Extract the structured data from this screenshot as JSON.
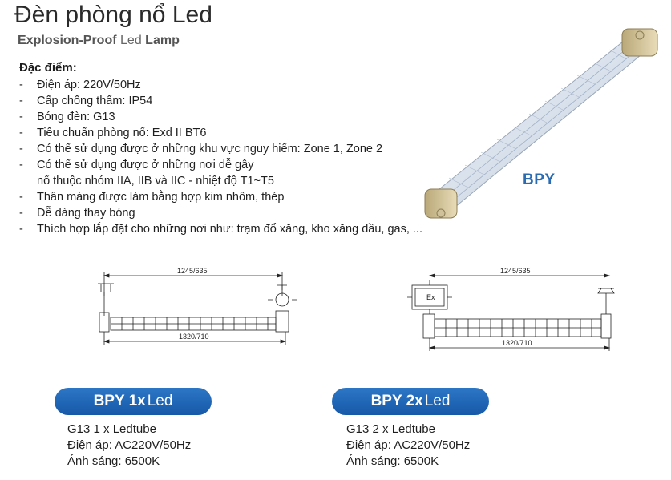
{
  "header": {
    "title": "Đèn phòng nổ Led",
    "subtitle_bold": "Explosion-Proof",
    "subtitle_light": "Led",
    "subtitle_end": "Lamp"
  },
  "features": {
    "heading": "Đặc điểm:",
    "items": [
      "Điện áp: 220V/50Hz",
      "Cấp chống thấm: IP54",
      "Bóng đèn: G13",
      "Tiêu chuẩn phòng nổ: Exd II BT6",
      "Có thể sử dụng được ở những khu vực nguy hiểm: Zone 1, Zone 2",
      "Có thể sử dụng được ở những nơi dễ gây",
      "Thân máng được làm bằng hợp kim nhôm, thép",
      "Dễ dàng thay bóng",
      "Thích hợp lắp đặt cho những nơi như: trạm đổ xăng, kho xăng dầu, gas, ..."
    ],
    "item6_continuation": "nổ thuộc nhóm IIA, IIB và IIC - nhiệt độ T1~T5"
  },
  "product_image": {
    "brand_label": "BPY"
  },
  "drawings": {
    "left": {
      "top_dim": "1245/635",
      "bottom_dim": "1320/710"
    },
    "right": {
      "top_dim": "1245/635",
      "bottom_dim": "1320/710",
      "box_label": "Ex"
    }
  },
  "variants": [
    {
      "name_bold": "BPY 1x",
      "name_suffix": "Led",
      "specs": [
        "G13 1 x Ledtube",
        "Điện áp: AC220V/50Hz",
        "Ánh sáng: 6500K"
      ]
    },
    {
      "name_bold": "BPY 2x",
      "name_suffix": "Led",
      "specs": [
        "G13 2 x Ledtube",
        "Điện áp: AC220V/50Hz",
        "Ánh sáng: 6500K"
      ]
    }
  ],
  "colors": {
    "accent": "#1f66b5",
    "brand_text": "#2a6bb3"
  }
}
